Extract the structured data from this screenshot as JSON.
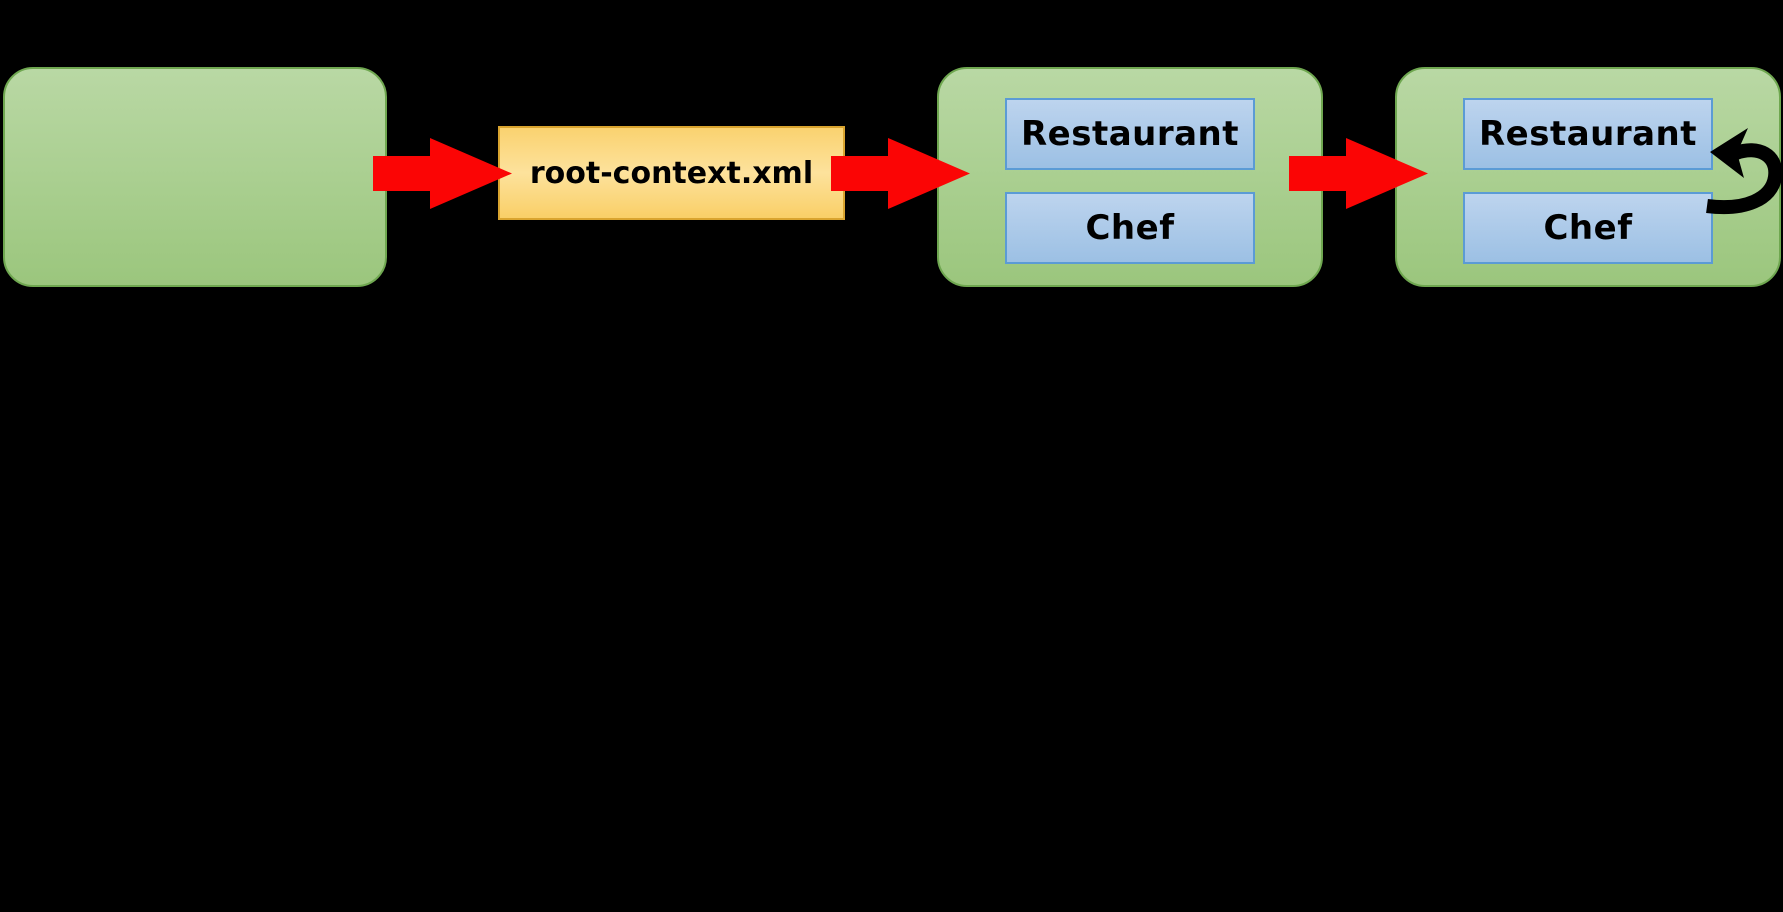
{
  "colors": {
    "background": "#000000",
    "green_fill_top": "#b9d8a4",
    "green_fill_bottom": "#9bc67d",
    "green_border": "#6fa750",
    "blue_fill_top": "#bdd4ee",
    "blue_fill_bottom": "#9cc0e4",
    "blue_border": "#5b9bd5",
    "orange_fill_top": "#fad26f",
    "orange_fill_mid": "#fde29c",
    "orange_fill_bottom": "#f9cf67",
    "orange_border": "#d9a42f",
    "arrow_red": "#fb0505",
    "loop_arrow_black": "#000000",
    "text": "#000000"
  },
  "diagram": {
    "file_node": {
      "label": "root-context.xml"
    },
    "bean_group_1": {
      "beans": [
        "Restaurant",
        "Chef"
      ]
    },
    "bean_group_2": {
      "beans": [
        "Restaurant",
        "Chef"
      ]
    }
  }
}
